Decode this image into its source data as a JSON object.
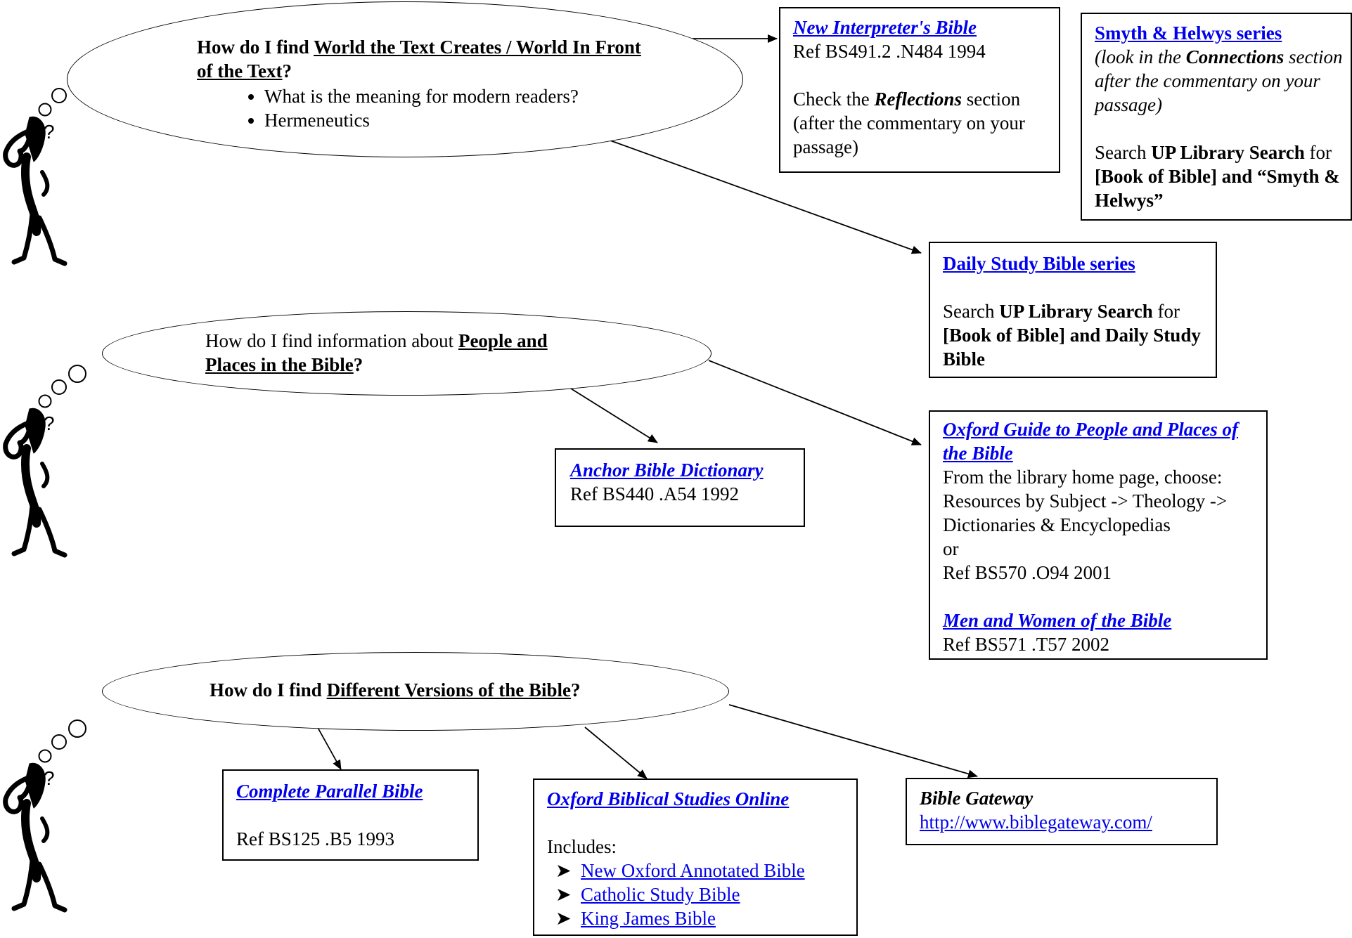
{
  "q1": {
    "prefix": "How do I find ",
    "underlined": "World the Text Creates / World In Front of the Text",
    "suffix": "?",
    "bullets": [
      "What is the meaning for modern readers?",
      "Hermeneutics"
    ]
  },
  "q2": {
    "prefix": "How do I find information about ",
    "underlined": "People and Places in the Bible",
    "suffix": "?"
  },
  "q3": {
    "prefix": "How do I find ",
    "underlined": "Different Versions of the Bible",
    "suffix": "?"
  },
  "nib": {
    "title": "New Interpreter's Bible",
    "call": "Ref BS491.2 .N484 1994",
    "check_pre": "Check the ",
    "check_bold": "Reflections",
    "check_post": " section (after the commentary on your passage)"
  },
  "smyth": {
    "title": "Smyth & Helwys series",
    "note_pre": "(look in the ",
    "note_bold": "Connections",
    "note_post": " section after the commentary on your passage)",
    "search_pre": "Search ",
    "search_bold": "UP Library Search",
    "search_mid": " for ",
    "search_bold2": "[Book of Bible] and “Smyth & Helwys”"
  },
  "daily": {
    "title": "Daily Study Bible series",
    "search_pre": "Search ",
    "search_bold": "UP Library Search",
    "search_mid": " for ",
    "search_bold2": "[Book of Bible] and Daily Study Bible"
  },
  "anchor": {
    "title": "Anchor Bible Dictionary",
    "call": "Ref BS440 .A54 1992"
  },
  "oxford_guide": {
    "title": "Oxford Guide to People and Places of the Bible",
    "line1": "From the library home page, choose:",
    "line2": "Resources by Subject -> Theology ->",
    "line3": "Dictionaries & Encyclopedias",
    "or": "or",
    "call": "Ref BS570 .O94 2001",
    "title2": "Men and Women of the Bible",
    "call2": "Ref BS571 .T57 2002"
  },
  "parallel": {
    "title": "Complete Parallel Bible",
    "call": "Ref BS125 .B5 1993"
  },
  "obso": {
    "title": "Oxford Biblical Studies Online ",
    "includes": "Includes:",
    "items": [
      "New Oxford Annotated Bible",
      "Catholic Study Bible",
      "King James Bible"
    ]
  },
  "gateway": {
    "title": "Bible Gateway",
    "url": "http://www.biblegateway.com/"
  },
  "colors": {
    "link": "#0000ee",
    "line": "#000000"
  },
  "icons": {
    "thinker": "thinking-figure-icon",
    "bullet": "arrow-bullet-icon"
  }
}
